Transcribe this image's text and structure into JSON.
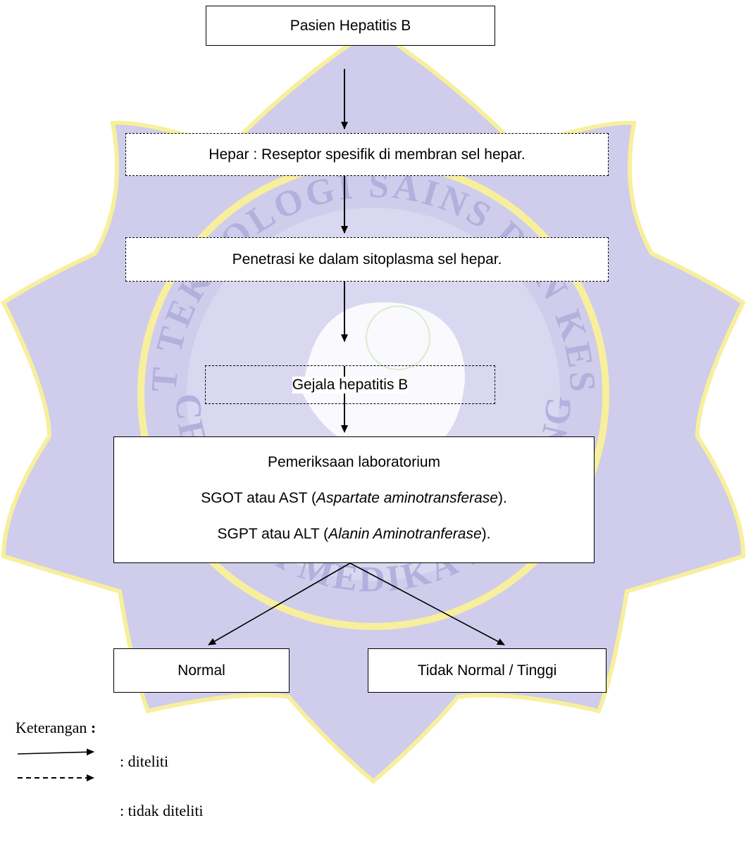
{
  "colors": {
    "watermark_fill": "#cfcdeb",
    "watermark_gold": "#f7ef9c",
    "watermark_text": "#b3b0dd",
    "line": "#000000"
  },
  "watermark": {
    "text_top": "INSTITUT TEKNOLOGI SAINS DAN KESEHATAN",
    "text_bottom": "CENDEKIA MEDIKA JOMBANG"
  },
  "nodes": {
    "pasien": "Pasien Hepatitis B",
    "hepar": "Hepar : Reseptor spesifik di membran sel hepar.",
    "penetrasi": "Penetrasi ke dalam sitoplasma sel hepar.",
    "gejala": "Gejala hepatitis B",
    "lab": {
      "title": "Pemeriksaan laboratorium",
      "line2_prefix": "SGOT atau AST (",
      "line2_italic": "Aspartate aminotransferase",
      "line2_suffix": ").",
      "line3_prefix": "SGPT atau ALT (",
      "line3_italic": "Alanin Aminotranferase",
      "line3_suffix": ")."
    },
    "normal": "Normal",
    "tidak_normal": "Tidak Normal / Tinggi"
  },
  "legend": {
    "title": "Keterangan",
    "colon": ":",
    "solid_label": ": diteliti",
    "dashed_label": ": tidak diteliti"
  }
}
